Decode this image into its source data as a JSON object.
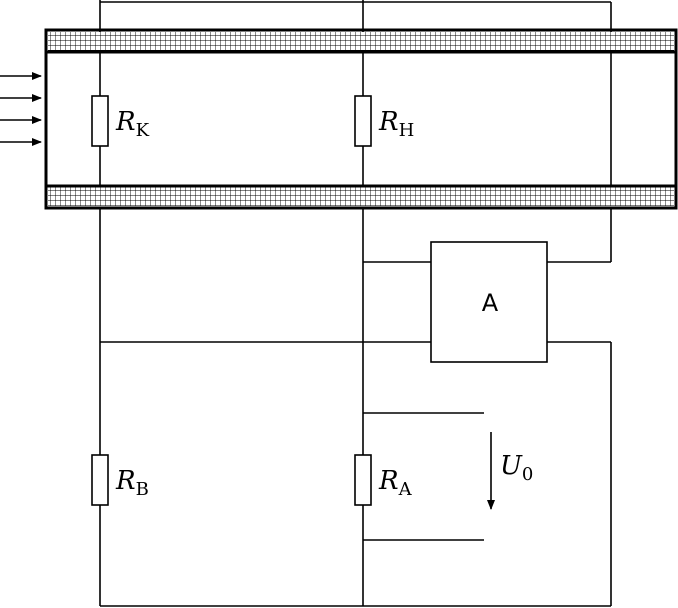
{
  "labels": {
    "rk": {
      "var": "R",
      "sub": "K"
    },
    "rh": {
      "var": "R",
      "sub": "H"
    },
    "rb": {
      "var": "R",
      "sub": "B"
    },
    "ra": {
      "var": "R",
      "sub": "A"
    },
    "amplifier": "A",
    "u0": {
      "var": "U",
      "sub": "0"
    }
  },
  "icons": {
    "incoming_flow": "arrow-right-icon",
    "voltage_arrow": "arrow-down-icon"
  },
  "colors": {
    "line": "#000000",
    "background": "#ffffff"
  }
}
